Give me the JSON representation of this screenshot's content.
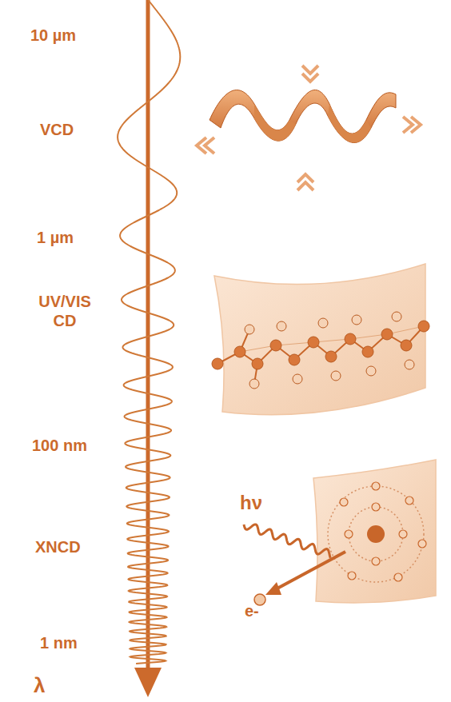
{
  "diagram": {
    "labels": [
      "10 µm",
      "VCD",
      "1 µm",
      "UV/VIS CD",
      "100 nm",
      "XNCD",
      "1 nm",
      "λ",
      "hν",
      "e-"
    ]
  }
}
